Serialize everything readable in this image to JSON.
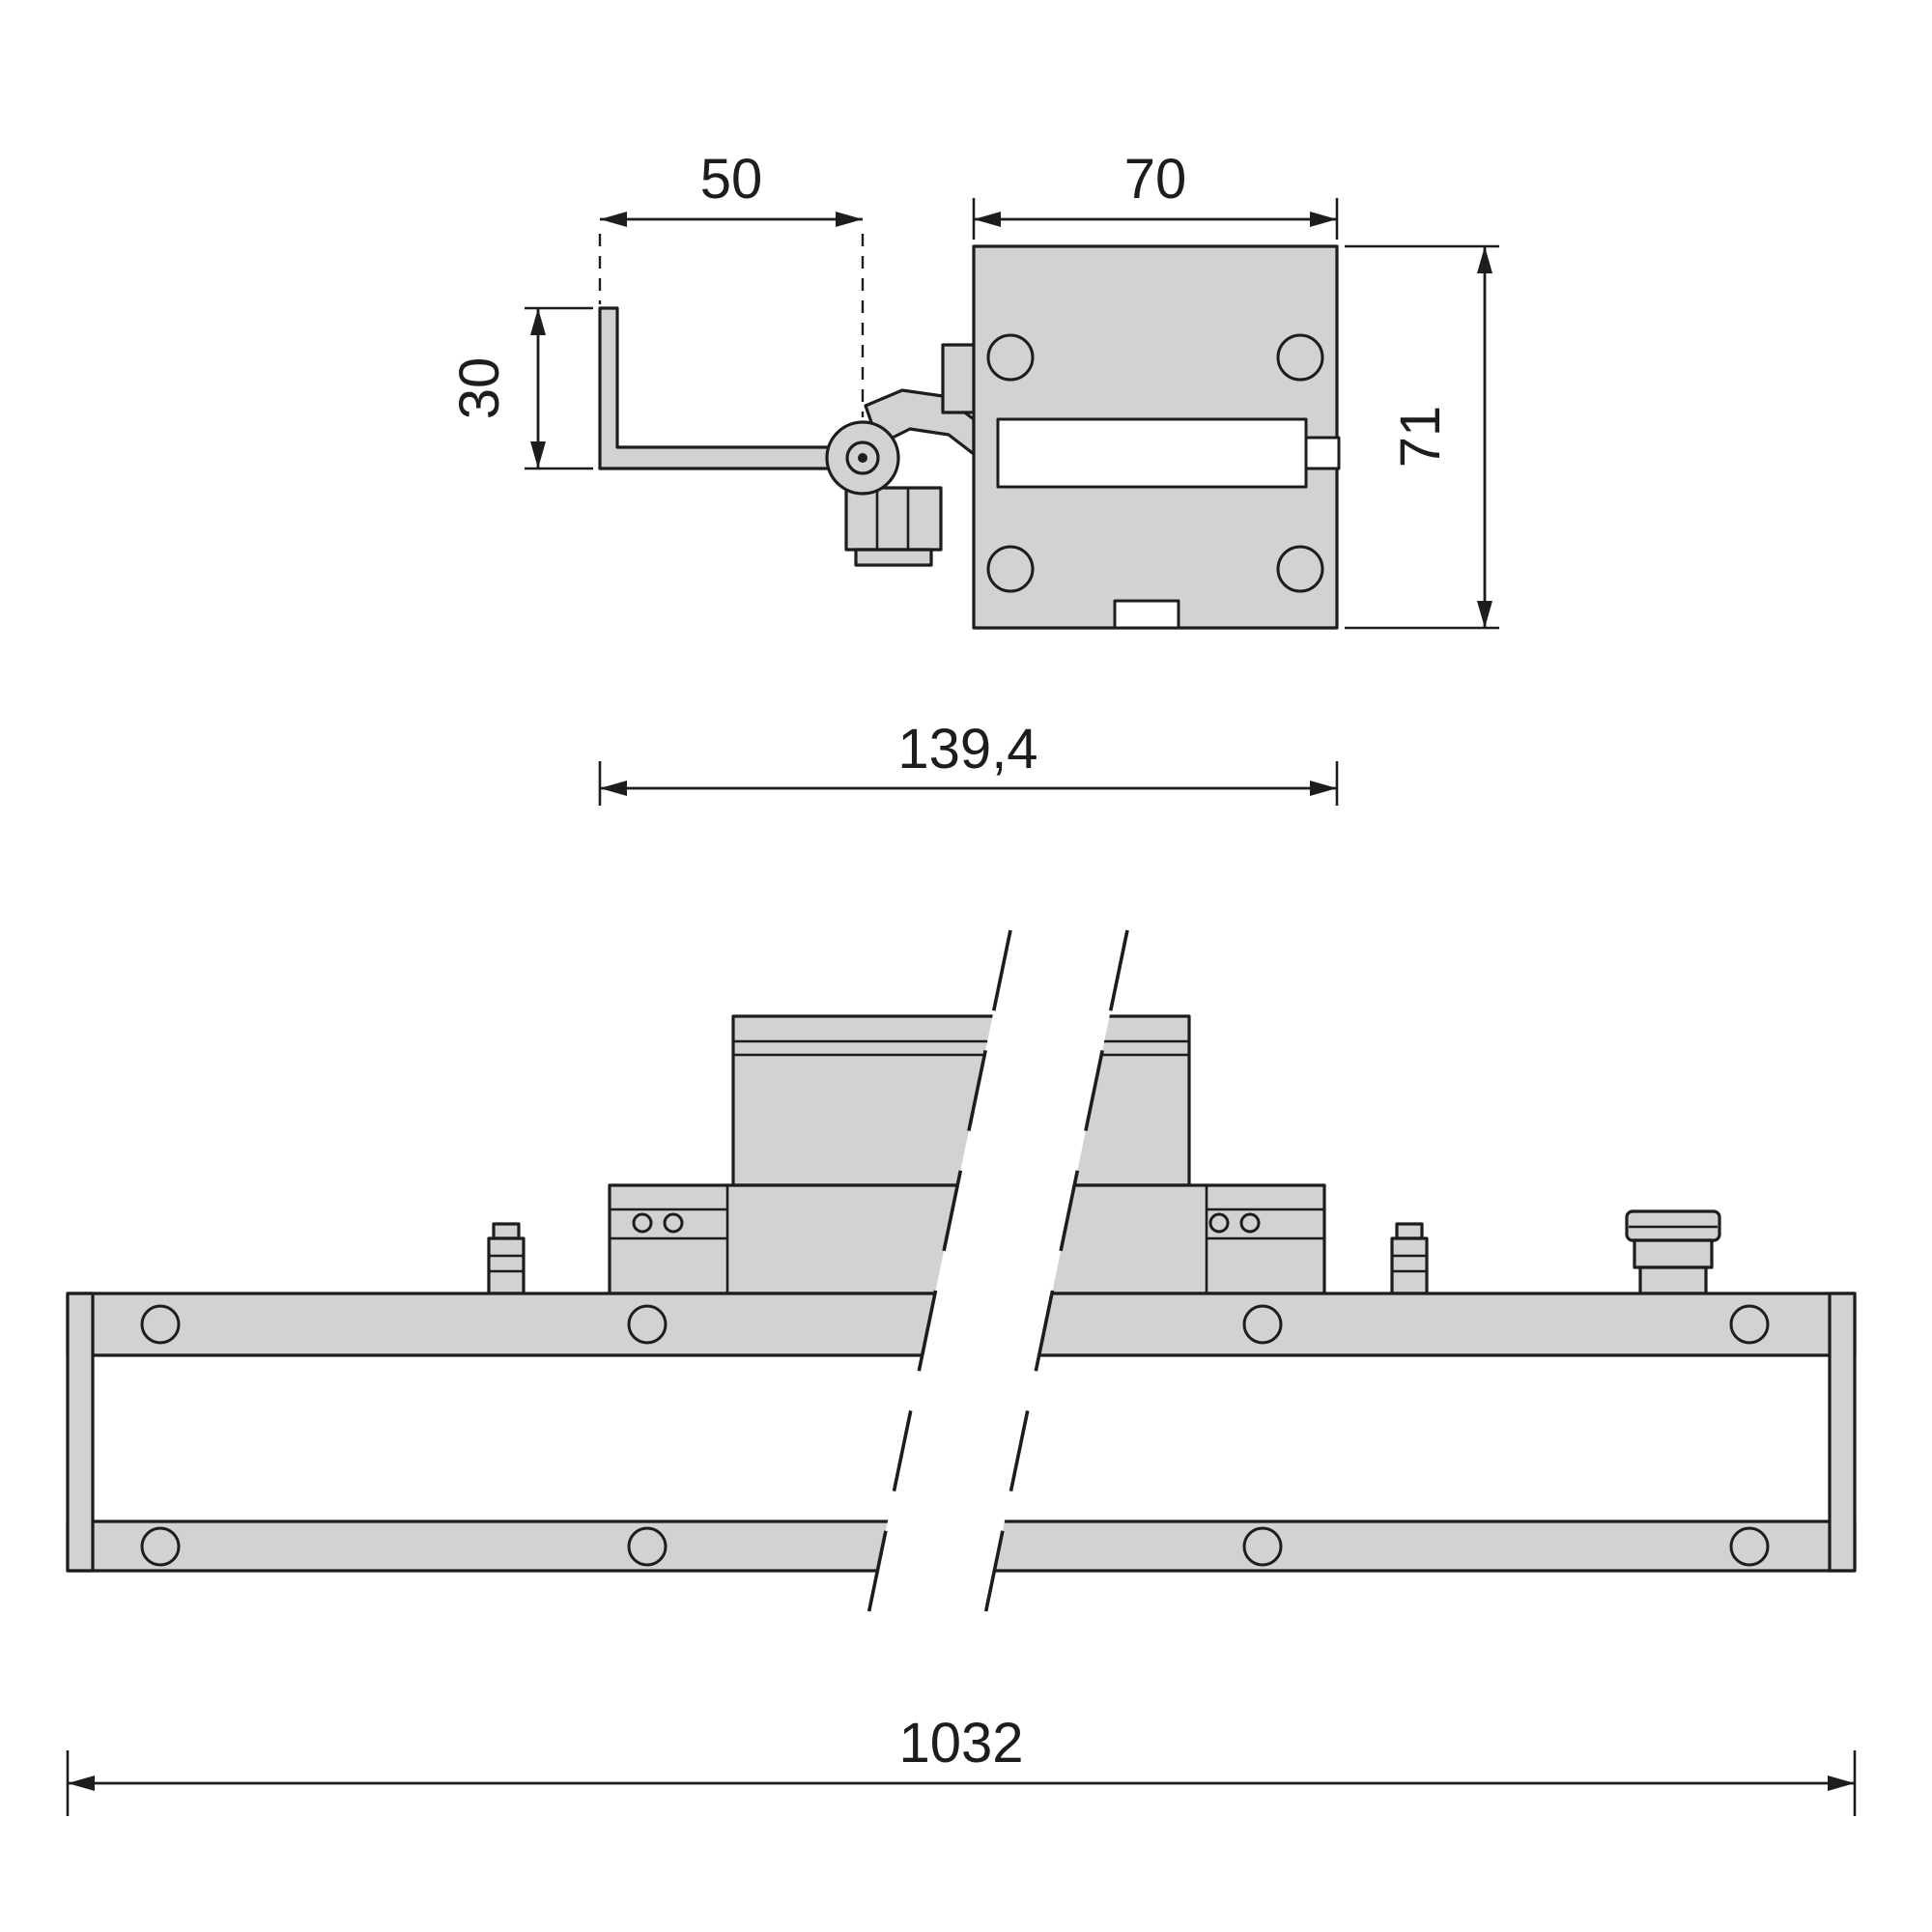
{
  "document": {
    "type": "technical-dimension-drawing",
    "section_view": {
      "dim_bracket_arm_length": "50",
      "dim_body_width": "70",
      "dim_bracket_height": "30",
      "dim_body_height": "71",
      "dim_overall_depth": "139,4"
    },
    "front_view": {
      "dim_overall_length": "1032"
    },
    "colors": {
      "line": "#1d1d1b",
      "part_fill": "#d2d2d2",
      "background": "#ffffff"
    }
  }
}
